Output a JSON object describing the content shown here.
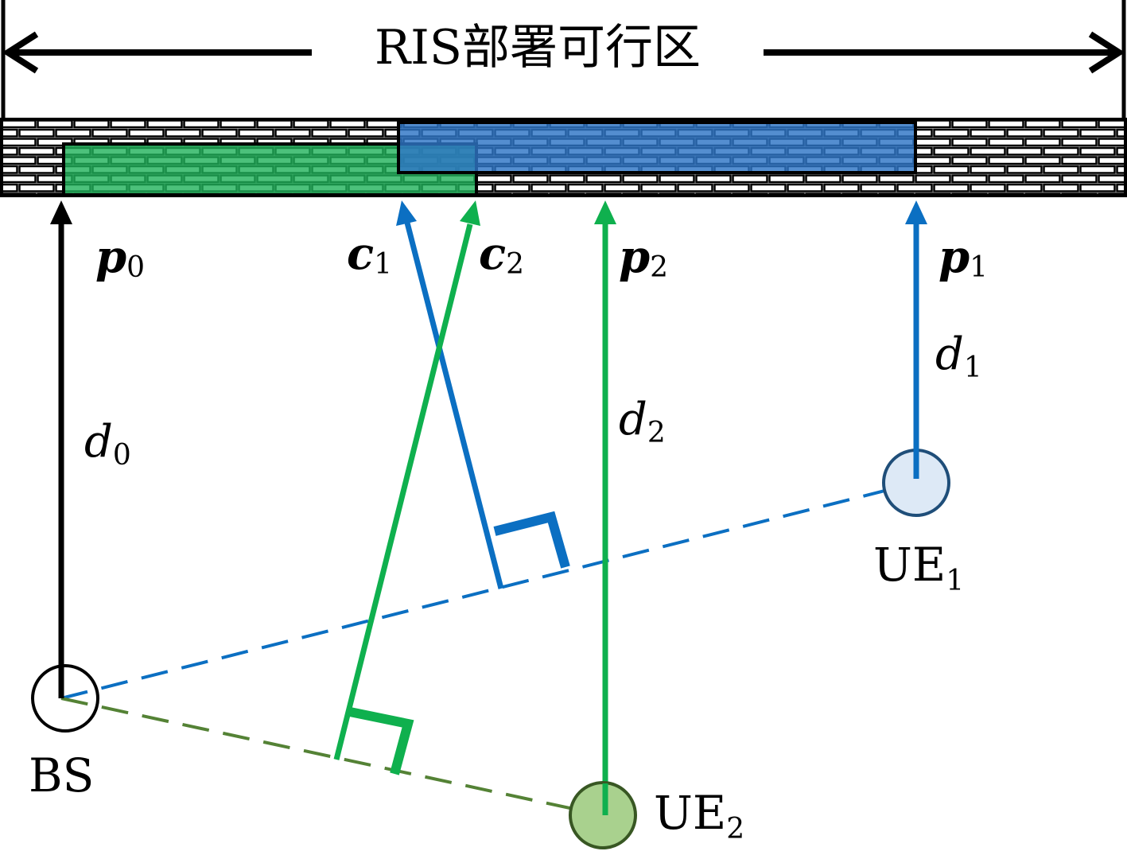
{
  "title": "RIS部署可行区",
  "nodes": {
    "bs": {
      "label": "BS"
    },
    "ue1": {
      "label": "UE",
      "sub": "1"
    },
    "ue2": {
      "label": "UE",
      "sub": "2"
    }
  },
  "points": {
    "p0": {
      "label": "p",
      "sub": "0"
    },
    "p1": {
      "label": "p",
      "sub": "1"
    },
    "p2": {
      "label": "p",
      "sub": "2"
    },
    "c1": {
      "label": "c",
      "sub": "1"
    },
    "c2": {
      "label": "c",
      "sub": "2"
    }
  },
  "distances": {
    "d0": {
      "label": "d",
      "sub": "0"
    },
    "d1": {
      "label": "d",
      "sub": "1"
    },
    "d2": {
      "label": "d",
      "sub": "2"
    }
  },
  "colors": {
    "black": "#000000",
    "blue": "#0b6fc2",
    "green": "#0fb04e",
    "dash_green": "#548235",
    "ue1_fill": "#dde9f6",
    "ue1_stroke": "#1f4e79",
    "ue2_fill": "#a9d18e",
    "ue2_stroke": "#385723",
    "blue_region": "#2e75c6",
    "green_region": "#1fb15a"
  }
}
